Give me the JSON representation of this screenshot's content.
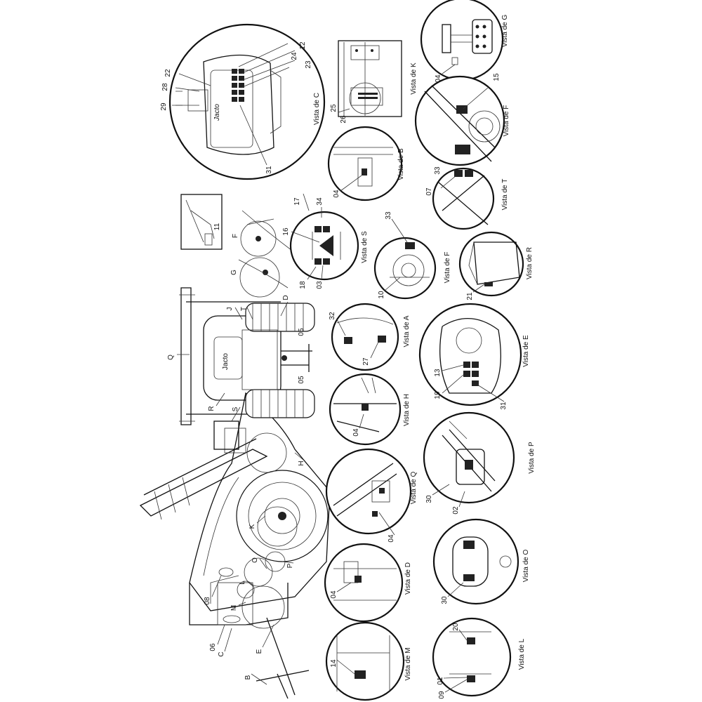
{
  "views": {
    "C": "Vista de C",
    "G": "Vista de G",
    "K": "Vista de K",
    "F": "Vista de F",
    "B": "Vista de B",
    "T": "Vista de T",
    "S": "Vista de S",
    "F2": "Vista de F",
    "R": "Vista de R",
    "A": "Vista de A",
    "E": "Vista de E",
    "H": "Vista de H",
    "P": "Vista de P",
    "Q": "Vista de Q",
    "O": "Vista de O",
    "D": "Vista de D",
    "L": "Vista de L",
    "M": "Vista de M"
  },
  "letters": {
    "Q": "Q",
    "J": "J",
    "T": "T",
    "D": "D",
    "R": "R",
    "S": "S",
    "F": "F",
    "G": "G",
    "H": "H",
    "K": "K",
    "O": "O",
    "P": "P",
    "L": "L",
    "M": "M",
    "C": "C",
    "E": "E",
    "B": "B"
  },
  "numbers": {
    "n12": "12",
    "n24": "24",
    "n23": "23",
    "n22": "22",
    "n28": "28",
    "n29": "29",
    "n31a": "31",
    "n04g": "04",
    "n15": "15",
    "n25": "25",
    "n26": "26",
    "n04b": "04",
    "n33a": "33",
    "n07": "07",
    "n11": "11",
    "n17": "17",
    "n34": "34",
    "n16": "16",
    "n18": "18",
    "n03": "03",
    "n33b": "33",
    "n10": "10",
    "n21": "21",
    "n32": "32",
    "n27": "27",
    "n13": "13",
    "n19": "19",
    "n31b": "31",
    "n05a": "05",
    "n05b": "05",
    "n04h": "04",
    "n04q": "04",
    "n30a": "30",
    "n02": "02",
    "n30b": "30",
    "n04d": "04",
    "n08": "08",
    "n06": "06",
    "n14": "14",
    "n20": "20",
    "n01": "01",
    "n09": "09"
  },
  "logo_text": "Jacto"
}
